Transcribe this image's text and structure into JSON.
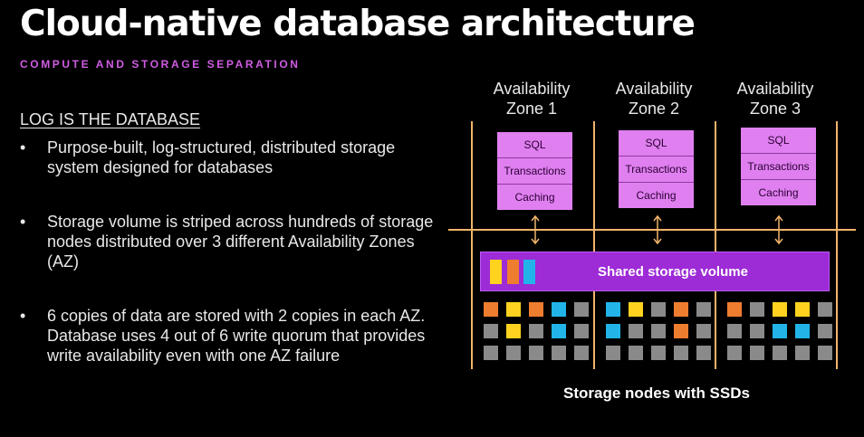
{
  "title": "Cloud-native database architecture",
  "subtitle": "COMPUTE AND STORAGE SEPARATION",
  "heading": "LOG IS THE DATABASE",
  "bullets": [
    "Purpose-built, log-structured, distributed storage system designed for databases",
    "Storage volume is striped across hundreds of storage nodes distributed over 3 different Availability Zones (AZ)",
    "6 copies of data are stored with 2 copies in each AZ. Database uses 4 out of 6 write quorum that provides write availability even with one AZ failure"
  ],
  "bullet_symbol": "•",
  "zones": [
    {
      "name_line1": "Availability",
      "name_line2": "Zone 1",
      "layers": [
        "SQL",
        "Transactions",
        "Caching"
      ],
      "nodes": [
        [
          "orange",
          "yellow",
          "orange",
          "cyan",
          "gray"
        ],
        [
          "gray",
          "yellow",
          "gray",
          "cyan",
          "gray"
        ],
        [
          "gray",
          "gray",
          "gray",
          "gray",
          "gray"
        ]
      ]
    },
    {
      "name_line1": "Availability",
      "name_line2": "Zone 2",
      "layers": [
        "SQL",
        "Transactions",
        "Caching"
      ],
      "nodes": [
        [
          "cyan",
          "yellow",
          "gray",
          "orange",
          "gray"
        ],
        [
          "cyan",
          "gray",
          "gray",
          "orange",
          "gray"
        ],
        [
          "gray",
          "gray",
          "gray",
          "gray",
          "gray"
        ]
      ]
    },
    {
      "name_line1": "Availability",
      "name_line2": "Zone 3",
      "layers": [
        "SQL",
        "Transactions",
        "Caching"
      ],
      "nodes": [
        [
          "orange",
          "gray",
          "yellow",
          "yellow",
          "gray"
        ],
        [
          "gray",
          "gray",
          "cyan",
          "cyan",
          "gray"
        ],
        [
          "gray",
          "gray",
          "gray",
          "gray",
          "gray"
        ]
      ]
    }
  ],
  "shared_storage_label": "Shared storage volume",
  "shared_storage_blocks": [
    "yellow",
    "orange",
    "cyan"
  ],
  "footer": "Storage nodes with SSDs",
  "colors": {
    "background": "#000000",
    "subtitle": "#d05ce3",
    "compute_layer": "#e07ff0",
    "shared_volume": "#9d2bd6",
    "divider_lines": "#f2b46a",
    "yellow": "#ffd21f",
    "orange": "#ef7d2f",
    "cyan": "#22b4e8",
    "gray": "#8a8a8a"
  }
}
